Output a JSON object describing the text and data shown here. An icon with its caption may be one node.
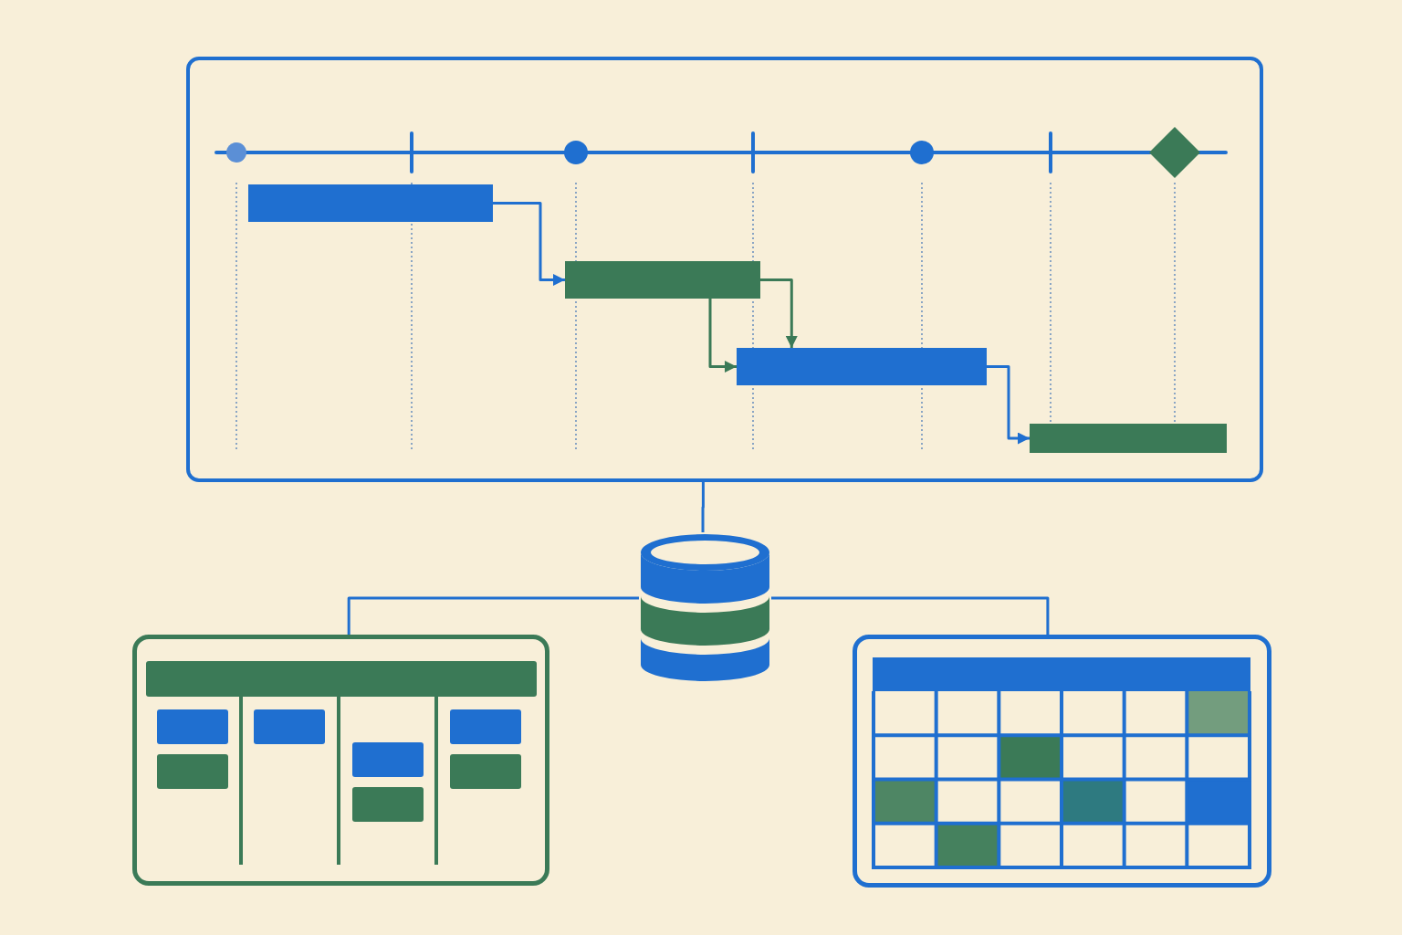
{
  "diagram": {
    "nodes": [
      {
        "text": [],
        "shape": "box"
      },
      {
        "text": [],
        "shape": "bar",
        "in": 0
      },
      {
        "text": [],
        "shape": "bar",
        "in": 0
      },
      {
        "text": [],
        "shape": "bar",
        "in": 0
      },
      {
        "text": [],
        "shape": "bar",
        "in": 0
      },
      {
        "text": [],
        "shape": "cylinder"
      },
      {
        "text": [],
        "shape": "box"
      },
      {
        "text": [],
        "shape": "box"
      }
    ],
    "edges": [
      {
        "from": 1,
        "to": 2,
        "arrow": "to"
      },
      {
        "from": 2,
        "to": 3,
        "arrow": "to",
        "color": "#3b7a57"
      },
      {
        "from": 2,
        "to": 3,
        "arrow": "to",
        "color": "#3b7a57"
      },
      {
        "from": 3,
        "to": 4,
        "arrow": "to"
      },
      {
        "from": 0,
        "to": 5,
        "arrow": "none"
      },
      {
        "from": 5,
        "to": 6,
        "arrow": "none"
      },
      {
        "from": 5,
        "to": 7,
        "arrow": "none"
      }
    ]
  }
}
